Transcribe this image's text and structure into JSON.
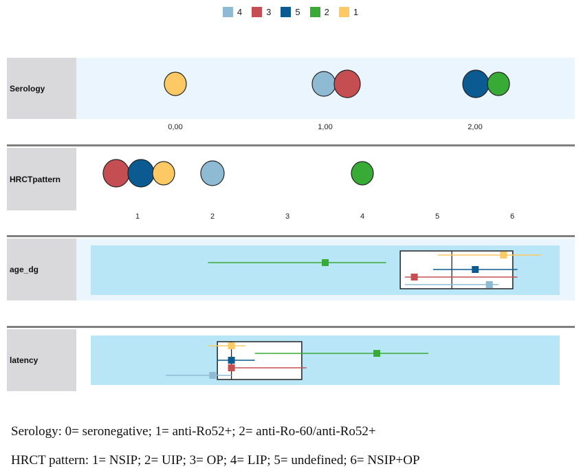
{
  "chart_data": {
    "type": "scatter",
    "title": "Cluster comparison",
    "legend": {
      "placement": "top-center",
      "entries": [
        {
          "label": "4",
          "color": "#8fbad3"
        },
        {
          "label": "3",
          "color": "#c44e52"
        },
        {
          "label": "5",
          "color": "#0b5a91"
        },
        {
          "label": "2",
          "color": "#37ab35"
        },
        {
          "label": "1",
          "color": "#fdc964"
        }
      ]
    },
    "panels": [
      {
        "name": "Serology",
        "kind": "categorical-mode",
        "ticks": [
          "0,00",
          "1,00",
          "2,00"
        ],
        "points": [
          {
            "cluster": "1",
            "value": 0,
            "size": "small"
          },
          {
            "cluster": "4",
            "value": 1,
            "size": "medium"
          },
          {
            "cluster": "3",
            "value": 1,
            "size": "large"
          },
          {
            "cluster": "5",
            "value": 2,
            "size": "large"
          },
          {
            "cluster": "2",
            "value": 2,
            "size": "small"
          }
        ]
      },
      {
        "name": "HRCTpattern",
        "kind": "categorical-mode",
        "ticks": [
          "1",
          "2",
          "3",
          "4",
          "5",
          "6"
        ],
        "points": [
          {
            "cluster": "3",
            "value": 1,
            "size": "large"
          },
          {
            "cluster": "5",
            "value": 1,
            "size": "large"
          },
          {
            "cluster": "1",
            "value": 1,
            "size": "small"
          },
          {
            "cluster": "4",
            "value": 2,
            "size": "medium"
          },
          {
            "cluster": "2",
            "value": 4,
            "size": "small"
          }
        ]
      },
      {
        "name": "age_dg",
        "kind": "continuous-median-range",
        "scale": "relative 0-100",
        "boxplot": {
          "q1": 66,
          "median": 77,
          "q3": 90
        },
        "series": [
          {
            "cluster": "1",
            "low": 74,
            "median": 88,
            "high": 96
          },
          {
            "cluster": "2",
            "low": 25,
            "median": 50,
            "high": 63
          },
          {
            "cluster": "5",
            "low": 73,
            "median": 82,
            "high": 91
          },
          {
            "cluster": "3",
            "low": 67,
            "median": 69,
            "high": 91
          },
          {
            "cluster": "4",
            "low": 67,
            "median": 85,
            "high": 87
          }
        ]
      },
      {
        "name": "latency",
        "kind": "continuous-median-range",
        "scale": "relative 0-100",
        "boxplot": {
          "q1": 27,
          "median": 30,
          "q3": 45
        },
        "series": [
          {
            "cluster": "1",
            "low": 25,
            "median": 30,
            "high": 33
          },
          {
            "cluster": "2",
            "low": 35,
            "median": 61,
            "high": 72
          },
          {
            "cluster": "5",
            "low": 27,
            "median": 30,
            "high": 35
          },
          {
            "cluster": "3",
            "low": 30,
            "median": 30,
            "high": 46
          },
          {
            "cluster": "4",
            "low": 16,
            "median": 26,
            "high": 30
          }
        ]
      }
    ]
  },
  "notes": {
    "serology": "Serology: 0= seronegative; 1= anti-Ro52+; 2= anti-Ro-60/anti-Ro52+",
    "hrct": "HRCT pattern: 1= NSIP; 2= UIP; 3= OP; 4= LIP; 5= undefined; 6= NSIP+OP"
  }
}
